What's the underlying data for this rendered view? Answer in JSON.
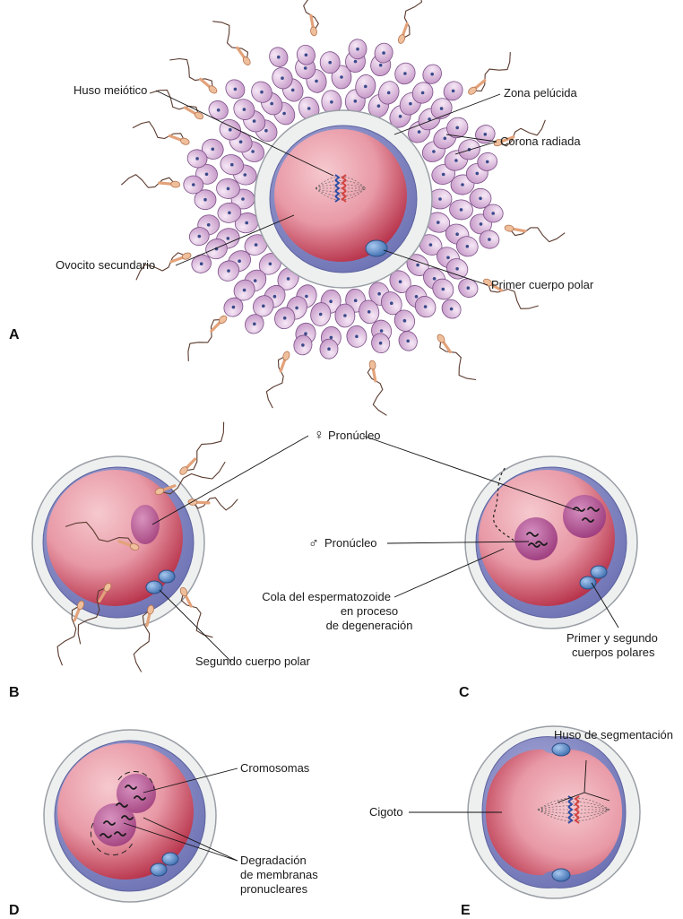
{
  "panels": {
    "a": "A",
    "b": "B",
    "c": "C",
    "d": "D",
    "e": "E"
  },
  "labels": {
    "huso_meiotico": "Huso meiótico",
    "zona_pelucida": "Zona pelúcida",
    "corona_radiada": "Corona radiada",
    "ovocito_secundario": "Ovocito secundario",
    "primer_cuerpo_polar": "Primer cuerpo polar",
    "pronucleo_fem": "Pronúcleo",
    "pronucleo_masc": "Pronúcleo",
    "female_symbol": "♀",
    "male_symbol": "♂",
    "cola_1": "Cola del espermatozoide",
    "cola_2": "en proceso",
    "cola_3": "de degeneración",
    "segundo_cuerpo_polar": "Segundo cuerpo polar",
    "primer_segundo_1": "Primer y segundo",
    "primer_segundo_2": "cuerpos polares",
    "cromosomas": "Cromosomas",
    "degradacion_1": "Degradación",
    "degradacion_2": "de membranas",
    "degradacion_3": "pronucleares",
    "huso_segmentacion": "Huso de segmentación",
    "cigoto": "Cigoto"
  },
  "colors": {
    "cytoplasm": "#e79aa6",
    "cytoplasm_dark": "#b8324a",
    "perivitelline": "#8c92c8",
    "zona": "#eef0f0",
    "corona_cell": "#d9b4d9",
    "corona_nucleus": "#3a4a8a",
    "sperm": "#e3a27a",
    "polar_body": "#5c8fc8",
    "pronucleus": "#b24a8e",
    "spindle_blue": "#2f4ea3",
    "spindle_red": "#d2433f"
  }
}
